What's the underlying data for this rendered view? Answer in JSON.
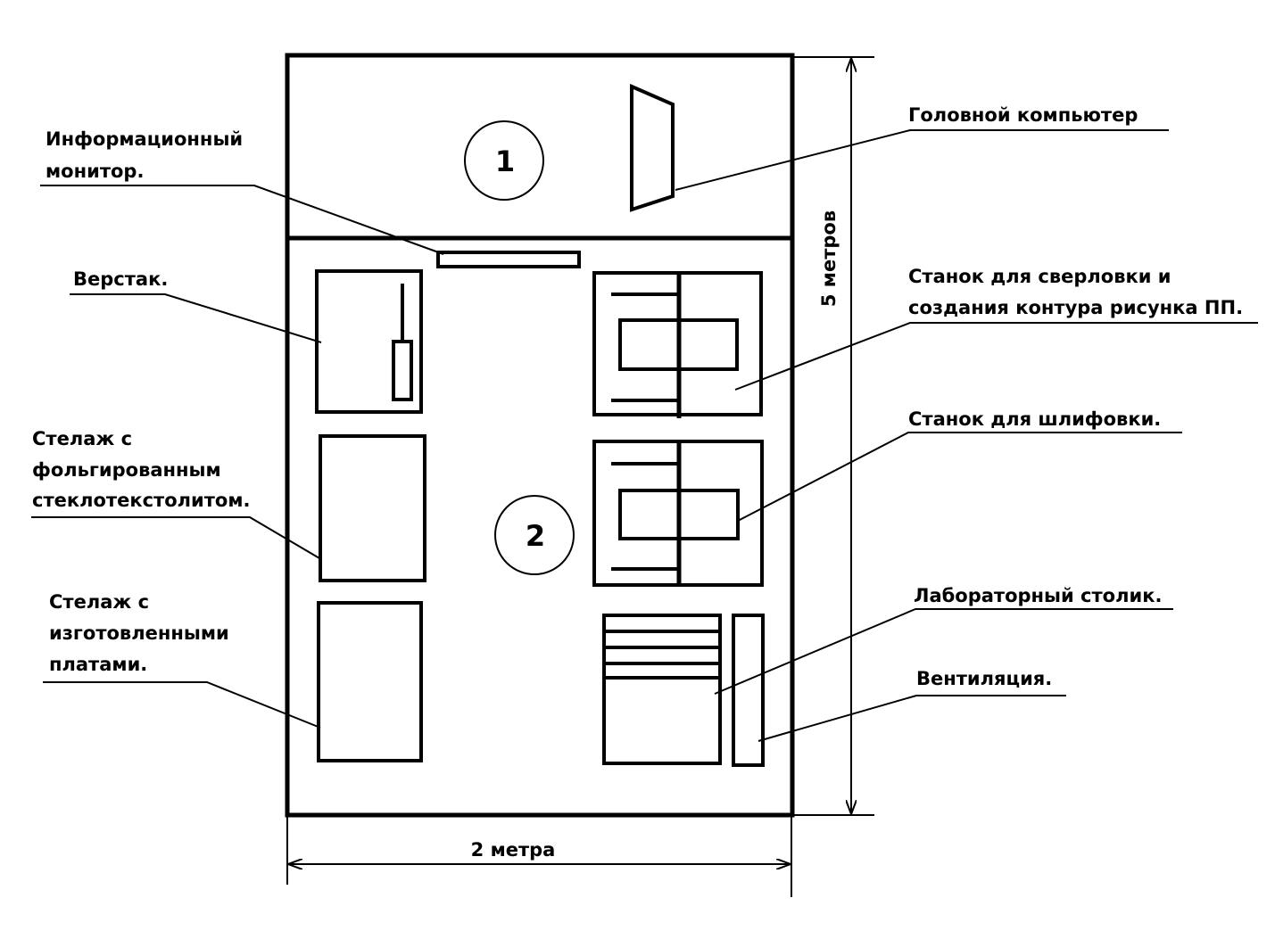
{
  "room_numbers": {
    "room_1": "1",
    "room_2": "2"
  },
  "labels": {
    "info_monitor": [
      "Информационный",
      "монитор."
    ],
    "head_computer": [
      "Головной компьютер"
    ],
    "workbench": [
      "Верстак."
    ],
    "drilling_machine": [
      "Станок для сверловки и",
      "создания контура рисунка ПП."
    ],
    "foil_rack": [
      "Стелаж с",
      "фольгированным",
      "стеклотекстолитом."
    ],
    "grinding_machine": [
      "Станок для шлифовки."
    ],
    "lab_table": [
      "Лабораторный столик."
    ],
    "boards_rack": [
      "Стелаж с",
      "изготовленными",
      "платами."
    ],
    "ventilation": [
      "Вентиляция."
    ]
  },
  "dimensions": {
    "width": "2 метра",
    "height": "5 метров"
  }
}
